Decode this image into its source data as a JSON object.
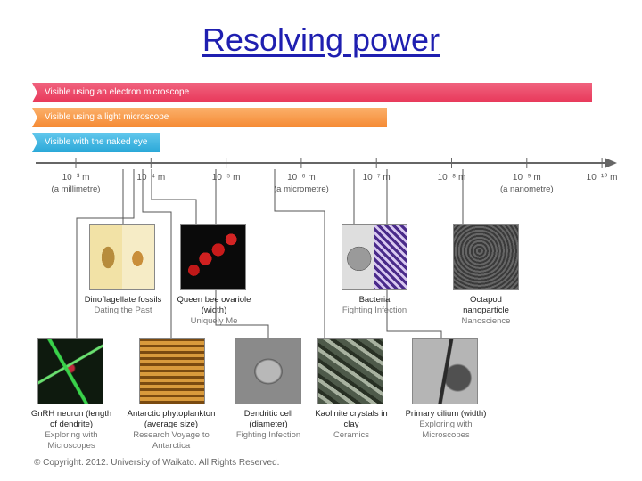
{
  "title": "Resolving power",
  "bands": {
    "electron": "Visible using an electron microscope",
    "light": "Visible using a light microscope",
    "eye": "Visible with the naked eye"
  },
  "scale": {
    "ticks": [
      {
        "label": "10⁻³ m",
        "sub": "(a millimetre)"
      },
      {
        "label": "10⁻⁴ m",
        "sub": ""
      },
      {
        "label": "10⁻⁵ m",
        "sub": ""
      },
      {
        "label": "10⁻⁶ m",
        "sub": "(a micrometre)"
      },
      {
        "label": "10⁻⁷ m",
        "sub": ""
      },
      {
        "label": "10⁻⁸ m",
        "sub": ""
      },
      {
        "label": "10⁻⁹ m",
        "sub": "(a nanometre)"
      },
      {
        "label": "10⁻¹⁰ m",
        "sub": ""
      }
    ]
  },
  "items": {
    "dinoflagellate": {
      "name": "Dinoflagellate fossils",
      "source": "Dating the Past"
    },
    "queen_bee": {
      "name": "Queen bee ovariole (width)",
      "source": "Uniquely Me"
    },
    "bacteria": {
      "name": "Bacteria",
      "source": "Fighting Infection"
    },
    "octapod": {
      "name": "Octapod nanoparticle",
      "source": "Nanoscience"
    },
    "gnrh": {
      "name": "GnRH neuron (length of dendrite)",
      "source": "Exploring with Microscopes"
    },
    "phytoplankton": {
      "name": "Antarctic phytoplankton (average size)",
      "source": "Research Voyage to Antarctica"
    },
    "dendritic": {
      "name": "Dendritic cell (diameter)",
      "source": "Fighting Infection"
    },
    "kaolinite": {
      "name": "Kaolinite crystals in clay",
      "source": "Ceramics"
    },
    "cilium": {
      "name": "Primary cilium (width)",
      "source": "Exploring with Microscopes"
    }
  },
  "copyright": "© Copyright. 2012. University of Waikato. All Rights Reserved."
}
